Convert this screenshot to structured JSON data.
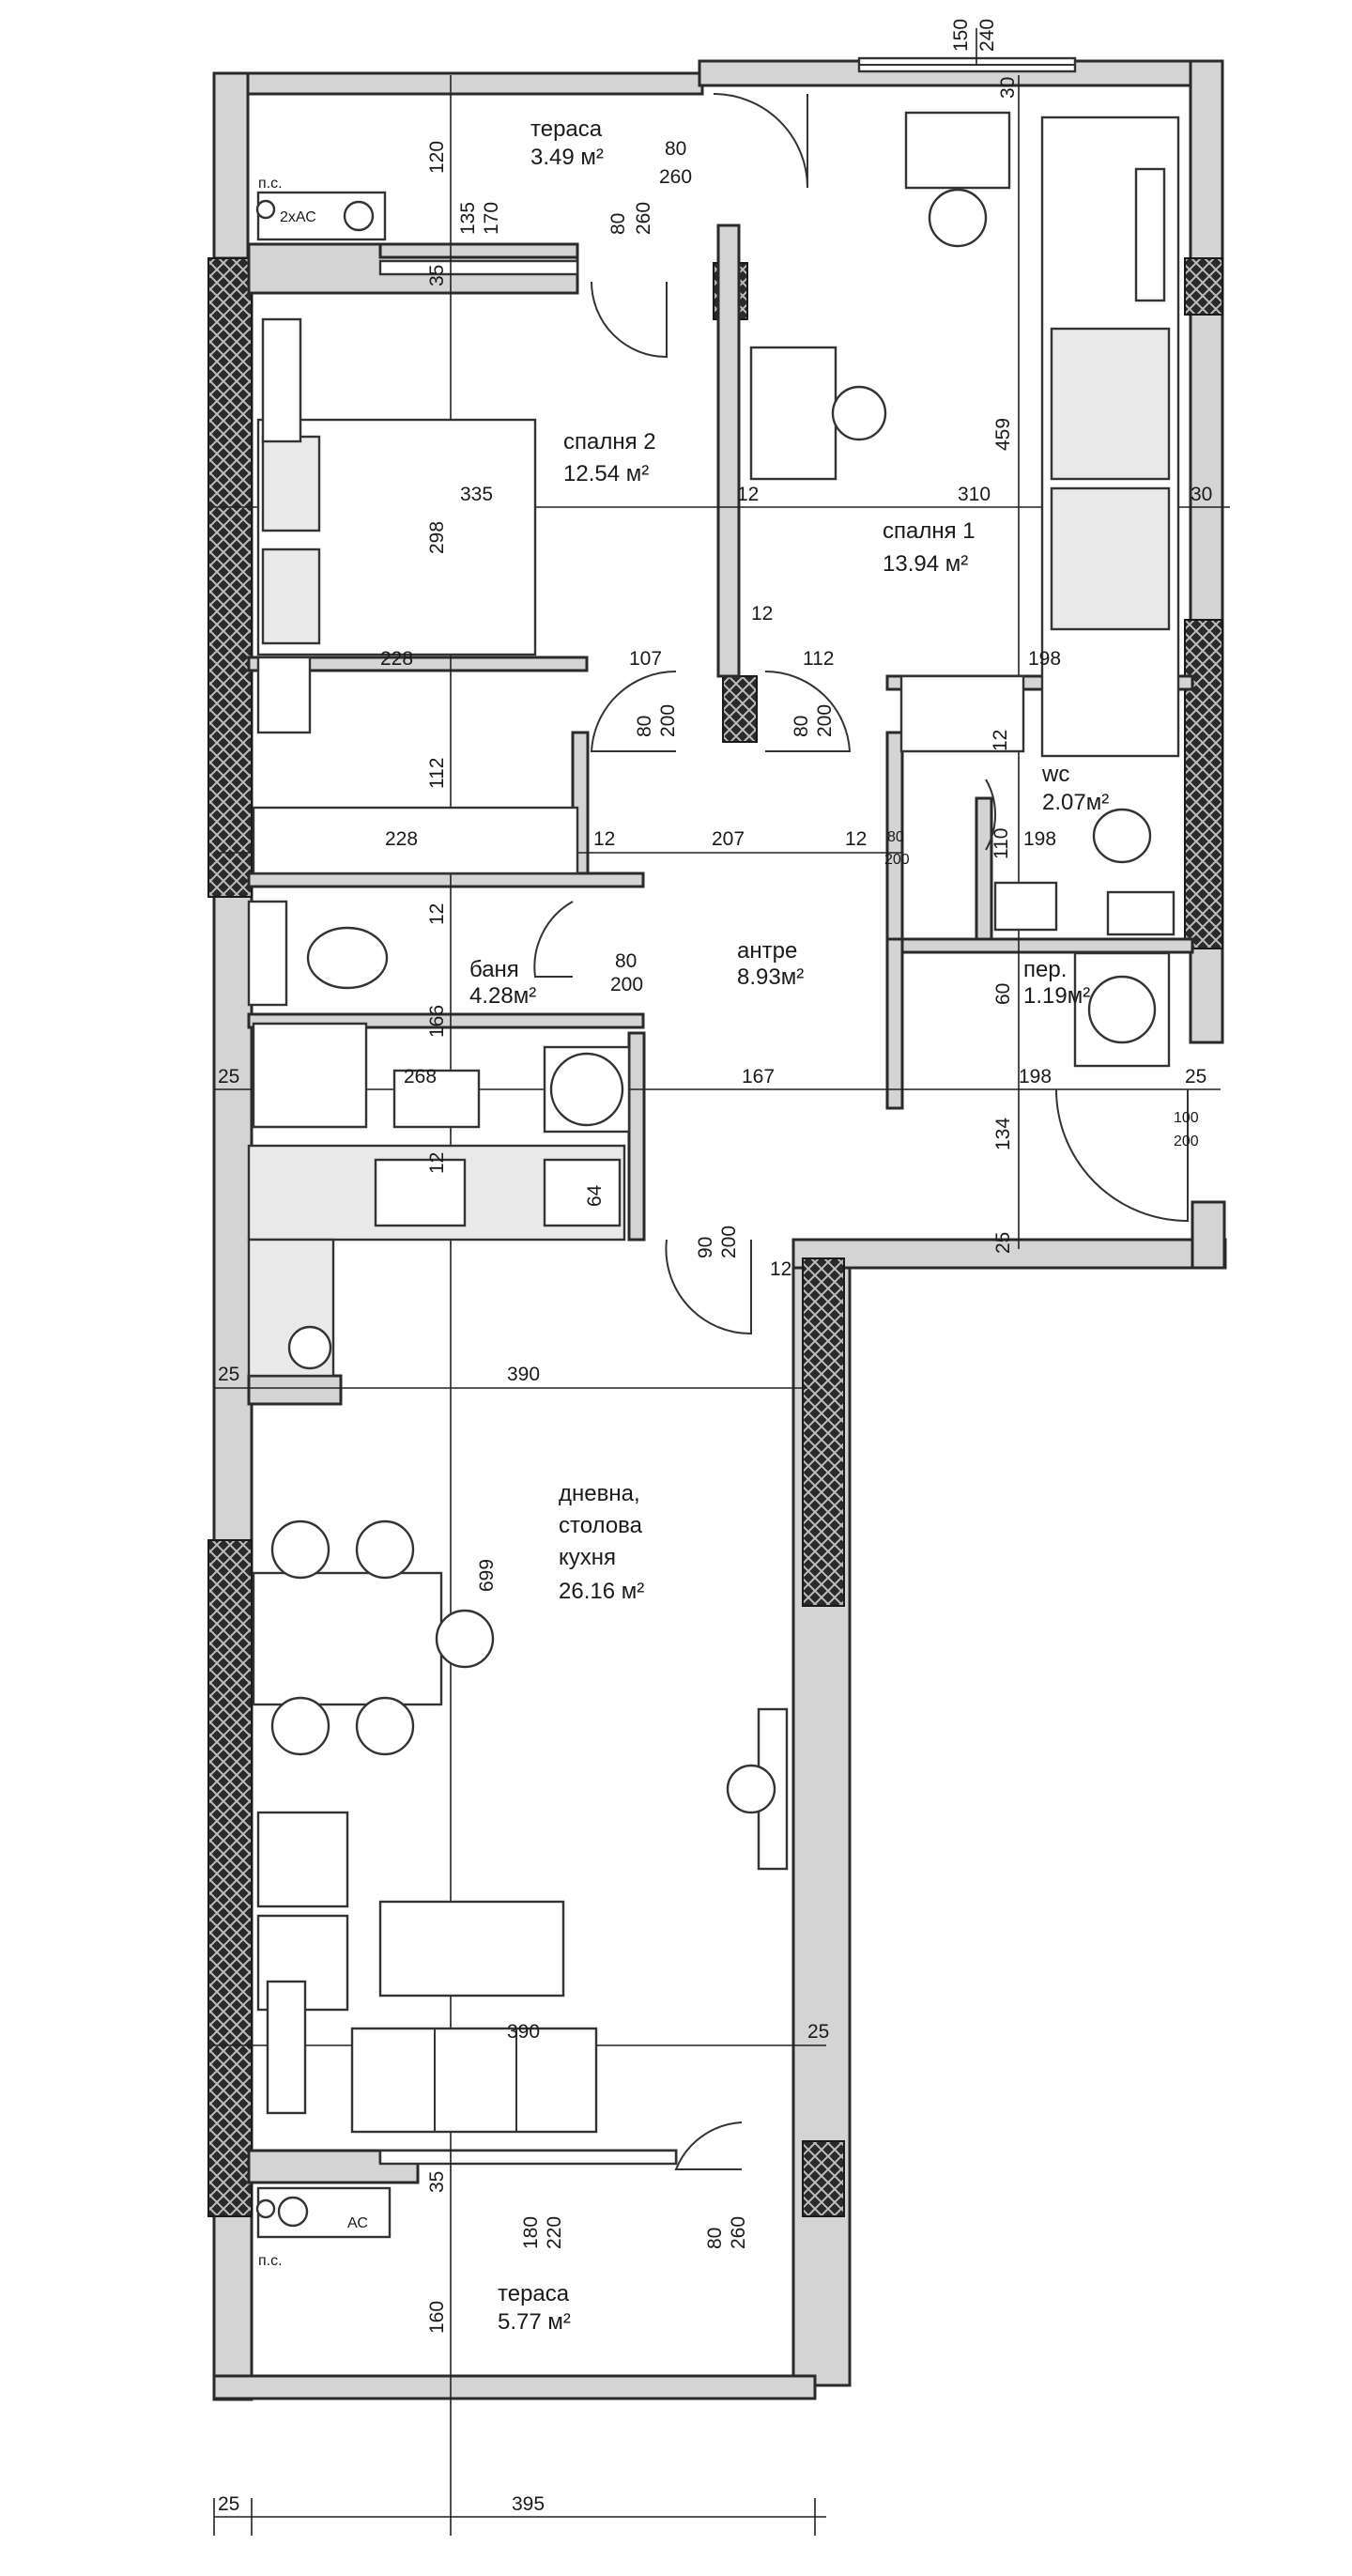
{
  "rooms": {
    "terrace_top": {
      "name": "тераса",
      "area": "3.49 м²"
    },
    "bedroom2": {
      "name": "спалня 2",
      "area": "12.54 м²"
    },
    "bedroom1": {
      "name": "спалня 1",
      "area": "13.94 м²"
    },
    "wc": {
      "name": "wc",
      "area": "2.07м²"
    },
    "bath": {
      "name": "баня",
      "area": "4.28м²"
    },
    "hall": {
      "name": "антре",
      "area": "8.93м²"
    },
    "laundry": {
      "name": "пер.",
      "area": "1.19м²"
    },
    "living": {
      "name_l1": "дневна,",
      "name_l2": "столова",
      "name_l3": "кухня",
      "area": "26.16 м²"
    },
    "terrace_bottom": {
      "name": "тераса",
      "area": "5.77 м²"
    }
  },
  "labels": {
    "ps_top": "п.с.",
    "ac_top": "2хАС",
    "ps_bottom": "п.с.",
    "ac_bottom": "АС"
  },
  "dims": {
    "d150": "150",
    "d240": "240",
    "d30a": "30",
    "d120": "120",
    "d135": "135",
    "d170": "170",
    "d80a": "80",
    "d260a": "260",
    "d80b": "80",
    "d260b": "260",
    "d35a": "35",
    "d335": "335",
    "d12a": "12",
    "d310": "310",
    "d30b": "30",
    "d459": "459",
    "d298": "298",
    "d12b": "12",
    "d228a": "228",
    "d107": "107",
    "d112a": "112",
    "d198a": "198",
    "d80c": "80",
    "d200a": "200",
    "d80d": "80",
    "d200b": "200",
    "d112b": "112",
    "d12c": "12",
    "d228b": "228",
    "d12d": "12",
    "d207": "207",
    "d12e": "12",
    "d80e": "80",
    "d200c": "200",
    "d110": "110",
    "d198b": "198",
    "d12f": "12",
    "d80f": "80",
    "d200d": "200",
    "d166": "166",
    "d60": "60",
    "d25a": "25",
    "d268": "268",
    "d167": "167",
    "d198c": "198",
    "d25b": "25",
    "d100": "100",
    "d200e": "200",
    "d134": "134",
    "d12g": "12",
    "d90": "90",
    "d200f": "200",
    "d25c": "25",
    "d12h": "12",
    "d25d": "25",
    "d390a": "390",
    "d699": "699",
    "d390b": "390",
    "d25e": "25",
    "d35b": "35",
    "d180": "180",
    "d220": "220",
    "d80g": "80",
    "d260c": "260",
    "d160": "160",
    "d25f": "25",
    "d395": "395",
    "d64": "64"
  }
}
